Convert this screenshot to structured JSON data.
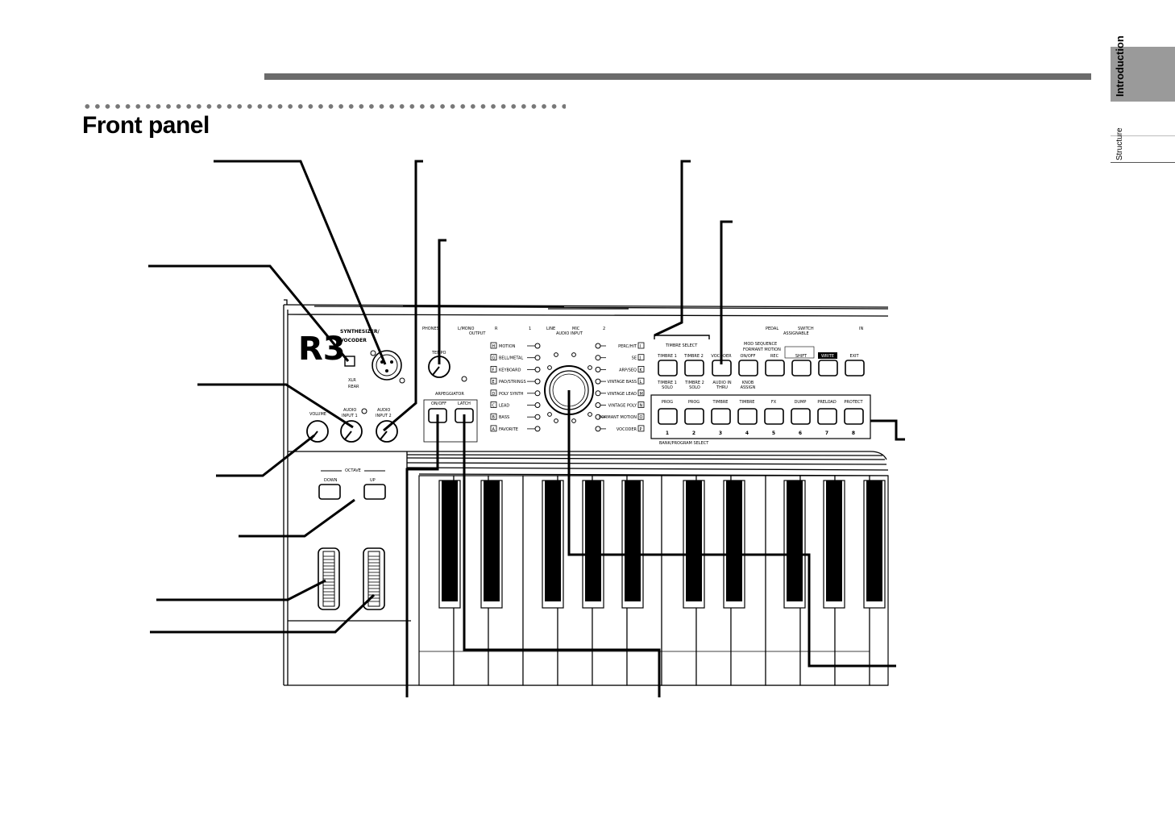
{
  "side_tabs": {
    "active": "Introduction",
    "next": "Structure"
  },
  "heading": "Front panel",
  "panel": {
    "logo": "R3",
    "logo_sub_1": "SYNTHESIZER/",
    "logo_sub_2": "VOCODER",
    "xlr": "XLR",
    "rear": "REAR",
    "input1": [
      "AUDIO",
      "INPUT 1"
    ],
    "input2": [
      "AUDIO",
      "INPUT 2"
    ],
    "volume": "VOLUME",
    "tempo": "TEMPO",
    "phones": "PHONES",
    "output_labels": [
      "L/MONO",
      "R",
      "1",
      "LINE",
      "MIC",
      "2"
    ],
    "output": "OUTPUT",
    "audio_input": "AUDIO INPUT",
    "pedal": "PEDAL",
    "switch": "SWITCH",
    "assignable": "ASSIGNABLE",
    "in": "IN",
    "arpeggiator": "ARPEGGIATOR",
    "arp_on_off": "ON/OFF",
    "latch": "LATCH",
    "octave": "OCTAVE",
    "octave_down": "DOWN",
    "octave_up": "UP",
    "categories_left": [
      {
        "key": "H",
        "label": "MOTION"
      },
      {
        "key": "G",
        "label": "BELL/METAL"
      },
      {
        "key": "F",
        "label": "KEYBOARD"
      },
      {
        "key": "E",
        "label": "PAD/STRINGS"
      },
      {
        "key": "D",
        "label": "POLY SYNTH"
      },
      {
        "key": "C",
        "label": "LEAD"
      },
      {
        "key": "B",
        "label": "BASS"
      },
      {
        "key": "A",
        "label": "FAVORITE"
      }
    ],
    "categories_right": [
      {
        "key": "I",
        "label": "PERC/HIT"
      },
      {
        "key": "J",
        "label": "SE"
      },
      {
        "key": "K",
        "label": "ARP/SEQ"
      },
      {
        "key": "L",
        "label": "VINTAGE BASS"
      },
      {
        "key": "M",
        "label": "VINTAGE LEAD"
      },
      {
        "key": "N",
        "label": "VINTAGE POLY"
      },
      {
        "key": "O",
        "label": "FORMANT MOTION"
      },
      {
        "key": "P",
        "label": "VOCODER"
      }
    ],
    "timbre_select": "TIMBRE SELECT",
    "mod_sequence": "MOD SEQUENCE",
    "formant_motion": "FORMANT MOTION",
    "top_buttons": [
      "TIMBRE 1",
      "TIMBRE 2",
      "VOCODER",
      "ON/OFF",
      "REC",
      "SHIFT",
      "WRITE",
      "EXIT"
    ],
    "top_sub": [
      "TIMBRE 1 SOLO",
      "TIMBRE 2 SOLO",
      "AUDIO IN THRU",
      "KNOB ASSIGN"
    ],
    "bank_buttons_upper": [
      "PROG",
      "PROG",
      "TIMBRE",
      "TIMBRE",
      "FX",
      "DUMP",
      "PRELOAD",
      "PROTECT"
    ],
    "bank_numbers": [
      "1",
      "2",
      "3",
      "4",
      "5",
      "6",
      "7",
      "8"
    ],
    "bank_program_select": "BANK/PROGRAM SELECT"
  }
}
